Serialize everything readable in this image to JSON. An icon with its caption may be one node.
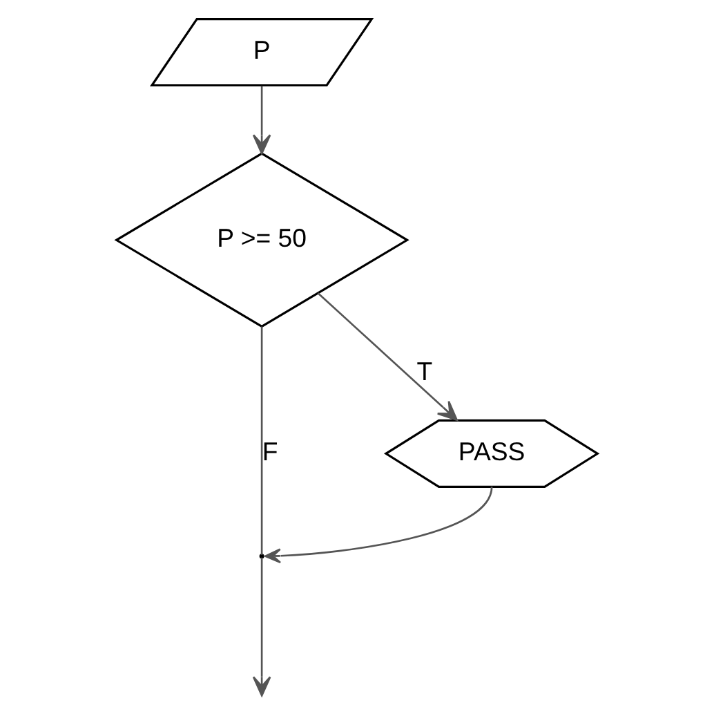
{
  "diagram": {
    "nodes": [
      {
        "text": [
          "P"
        ]
      },
      {
        "text": [
          "P >= 50"
        ]
      },
      {
        "text": [
          "PASS"
        ]
      },
      {
        "text": [],
        "shape": "point"
      }
    ],
    "edges": [
      {
        "from": 0,
        "to": 1,
        "arrow": "to"
      },
      {
        "from": 1,
        "to": 2,
        "arrow": "to",
        "label": "T"
      },
      {
        "from": 1,
        "to": 3,
        "arrow": "none",
        "label": "F"
      },
      {
        "from": 2,
        "to": 3,
        "arrow": "to"
      },
      {
        "from": 3,
        "to": null,
        "arrow": "to"
      }
    ]
  }
}
